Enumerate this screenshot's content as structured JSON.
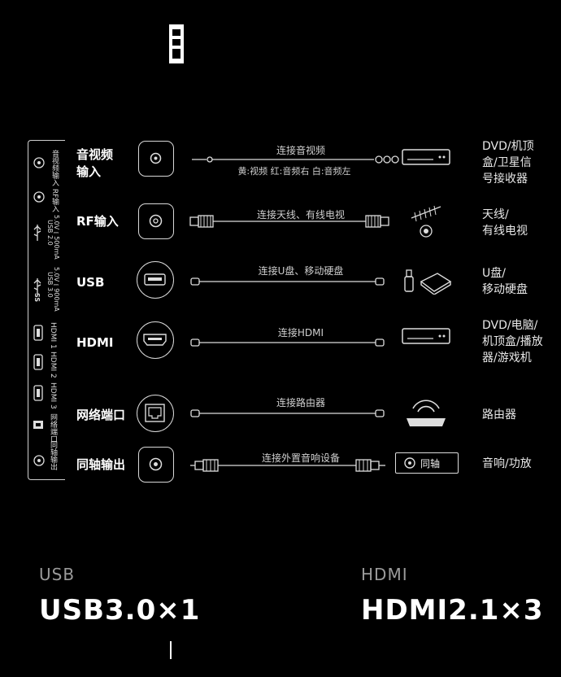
{
  "rows": [
    {
      "left": [
        "音视频",
        "输入"
      ],
      "connector": "连接音视频",
      "sub": "黄:视频  红:音频右  白:音频左",
      "right": [
        "DVD/机顶",
        "盒/卫星信",
        "号接收器"
      ]
    },
    {
      "left": [
        "RF输入"
      ],
      "connector": "连接天线、有线电视",
      "right": [
        "天线/",
        "有线电视"
      ]
    },
    {
      "left": [
        "USB"
      ],
      "connector": "连接U盘、移动硬盘",
      "right": [
        "U盘/",
        "移动硬盘"
      ]
    },
    {
      "left": [
        "HDMI"
      ],
      "connector": "连接HDMI",
      "right": [
        "DVD/电脑/",
        "机顶盒/播放",
        "器/游戏机"
      ]
    },
    {
      "left": [
        "网络端口"
      ],
      "connector": "连接路由器",
      "right": [
        "路由器"
      ]
    },
    {
      "left": [
        "同轴输出"
      ],
      "connector": "连接外置音响设备",
      "right": [
        "音响/功放"
      ],
      "device_label": "同轴"
    }
  ],
  "panel": {
    "av": "音视频输入",
    "rf": "RF输入",
    "usb2_a": "USB 2.0",
    "usb2_b": "5.0V⎓500mA",
    "usb3_a": "USB 3.0",
    "usb3_b": "5.0V⎓900mA",
    "ss": "SS",
    "hdmi1": "HDMI 1",
    "hdmi2": "HDMI 2",
    "hdmi3": "HDMI 3",
    "lan": "网络端口",
    "coax": "同轴输出"
  },
  "footer": {
    "usb_caption": "USB",
    "usb_value": "USB3.0×1",
    "hdmi_caption": "HDMI",
    "hdmi_value": "HDMI2.1×3"
  }
}
